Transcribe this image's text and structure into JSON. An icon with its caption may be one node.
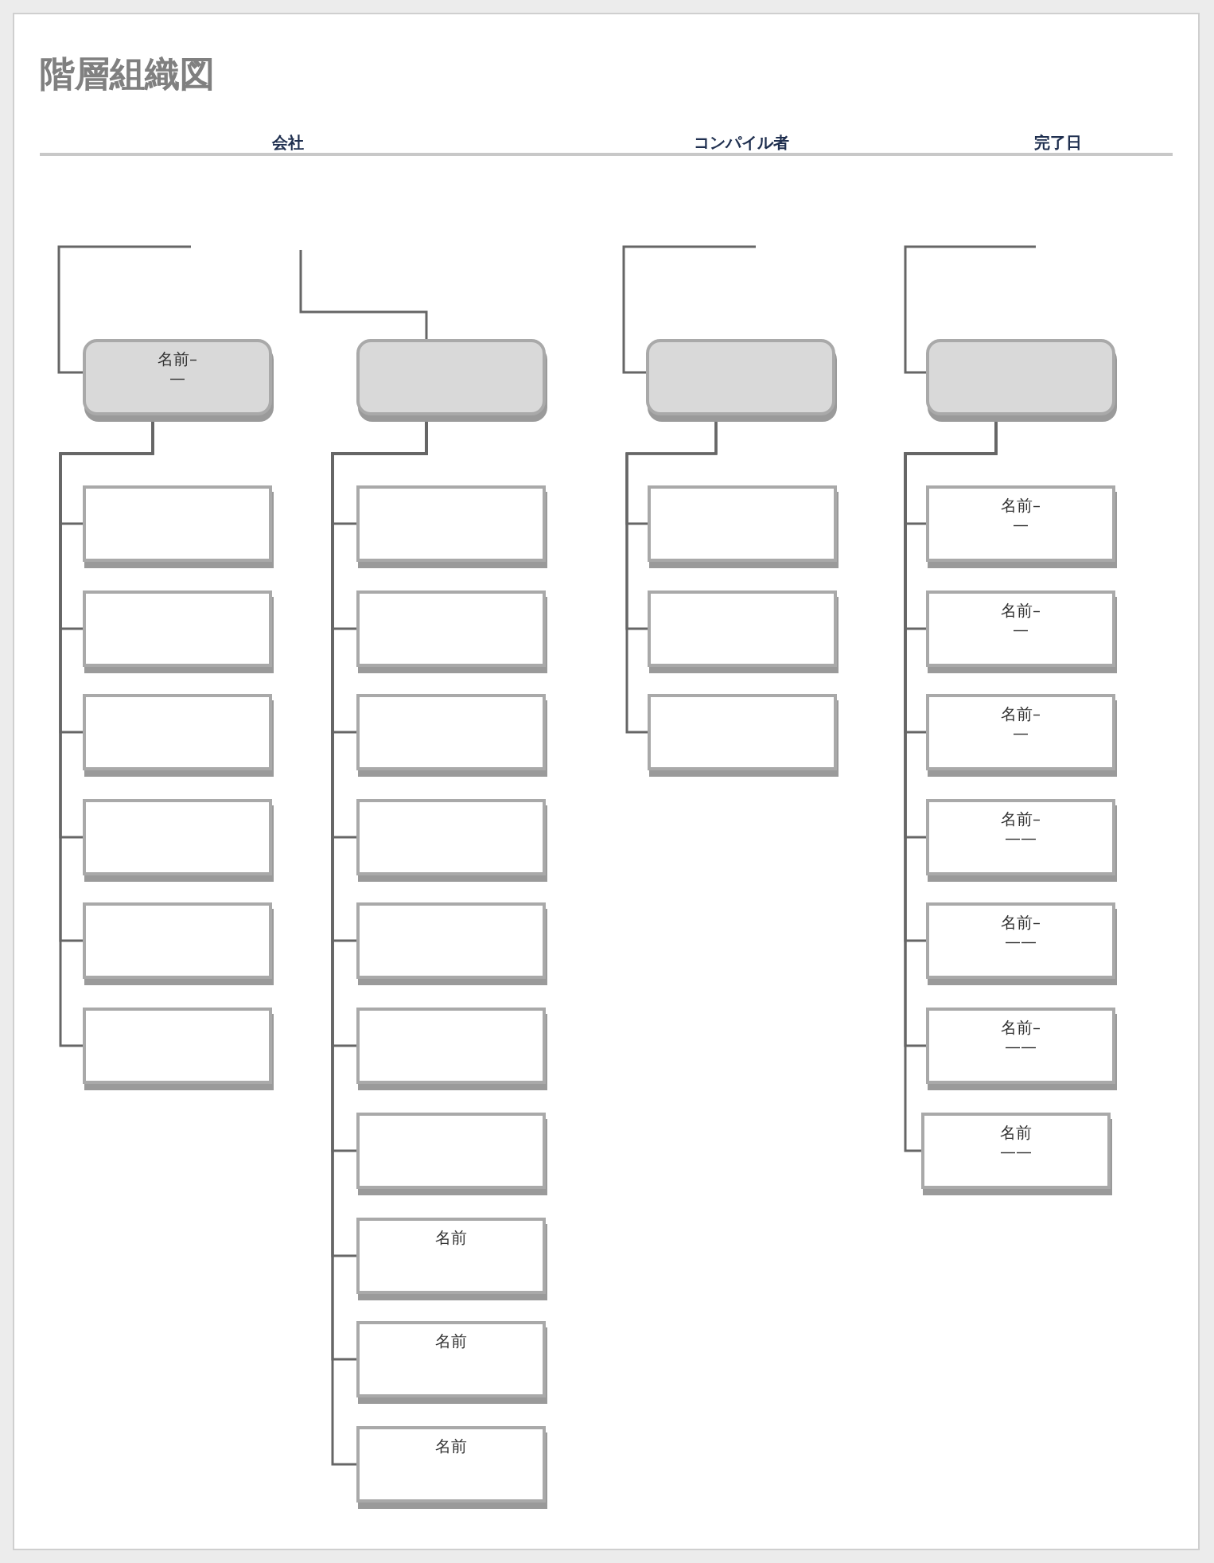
{
  "diagram": {
    "title": "階層組織図",
    "nodes": [
      {
        "text": [
          "名前–",
          "—"
        ]
      },
      {
        "text": [],
        "shape": "box"
      },
      {
        "text": [],
        "shape": "box"
      },
      {
        "text": [],
        "shape": "box"
      },
      {
        "text": [],
        "shape": "box"
      },
      {
        "text": [],
        "shape": "box"
      },
      {
        "text": [],
        "shape": "box"
      },
      {
        "text": [],
        "shape": "box"
      },
      {
        "text": [],
        "shape": "box"
      },
      {
        "text": [],
        "shape": "box"
      },
      {
        "text": [],
        "shape": "box"
      },
      {
        "text": [],
        "shape": "box"
      },
      {
        "text": [],
        "shape": "box"
      },
      {
        "text": [],
        "shape": "box"
      },
      {
        "text": [],
        "shape": "box"
      },
      {
        "text": [
          "名前"
        ]
      },
      {
        "text": [
          "名前"
        ]
      },
      {
        "text": [
          "名前"
        ]
      },
      {
        "text": [],
        "shape": "box"
      },
      {
        "text": [],
        "shape": "box"
      },
      {
        "text": [],
        "shape": "box"
      },
      {
        "text": [],
        "shape": "box"
      },
      {
        "text": [],
        "shape": "box"
      },
      {
        "text": [
          "名前–",
          "—"
        ]
      },
      {
        "text": [
          "名前–",
          "—"
        ]
      },
      {
        "text": [
          "名前–",
          "—"
        ]
      },
      {
        "text": [
          "名前–",
          "——"
        ]
      },
      {
        "text": [
          "名前–",
          "——"
        ]
      },
      {
        "text": [
          "名前–",
          "——"
        ]
      },
      {
        "text": [
          "名前",
          "——"
        ]
      }
    ],
    "edges": [
      {
        "from": null,
        "to": 0,
        "arrow": "none"
      },
      {
        "from": 0,
        "to": 1,
        "arrow": "none"
      },
      {
        "from": 0,
        "to": 2,
        "arrow": "none"
      },
      {
        "from": 0,
        "to": 3,
        "arrow": "none"
      },
      {
        "from": 0,
        "to": 4,
        "arrow": "none"
      },
      {
        "from": 0,
        "to": 5,
        "arrow": "none"
      },
      {
        "from": 0,
        "to": 6,
        "arrow": "none"
      },
      {
        "from": null,
        "to": 7,
        "arrow": "none"
      },
      {
        "from": 7,
        "to": 8,
        "arrow": "none"
      },
      {
        "from": 7,
        "to": 9,
        "arrow": "none"
      },
      {
        "from": 7,
        "to": 10,
        "arrow": "none"
      },
      {
        "from": 7,
        "to": 11,
        "arrow": "none"
      },
      {
        "from": 7,
        "to": 12,
        "arrow": "none"
      },
      {
        "from": 7,
        "to": 13,
        "arrow": "none"
      },
      {
        "from": 7,
        "to": 14,
        "arrow": "none"
      },
      {
        "from": 7,
        "to": 15,
        "arrow": "none"
      },
      {
        "from": 7,
        "to": 16,
        "arrow": "none"
      },
      {
        "from": 7,
        "to": 17,
        "arrow": "none"
      },
      {
        "from": null,
        "to": 18,
        "arrow": "none"
      },
      {
        "from": 18,
        "to": 19,
        "arrow": "none"
      },
      {
        "from": 18,
        "to": 20,
        "arrow": "none"
      },
      {
        "from": 18,
        "to": 21,
        "arrow": "none"
      },
      {
        "from": null,
        "to": 22,
        "arrow": "none"
      },
      {
        "from": 22,
        "to": 23,
        "arrow": "none"
      },
      {
        "from": 22,
        "to": 24,
        "arrow": "none"
      },
      {
        "from": 22,
        "to": 25,
        "arrow": "none"
      },
      {
        "from": 22,
        "to": 26,
        "arrow": "none"
      },
      {
        "from": 22,
        "to": 27,
        "arrow": "none"
      },
      {
        "from": 22,
        "to": 28,
        "arrow": "none"
      },
      {
        "from": 22,
        "to": 29,
        "arrow": "none"
      }
    ],
    "labels": [
      "会社",
      "コンパイル者",
      "完了日"
    ]
  }
}
